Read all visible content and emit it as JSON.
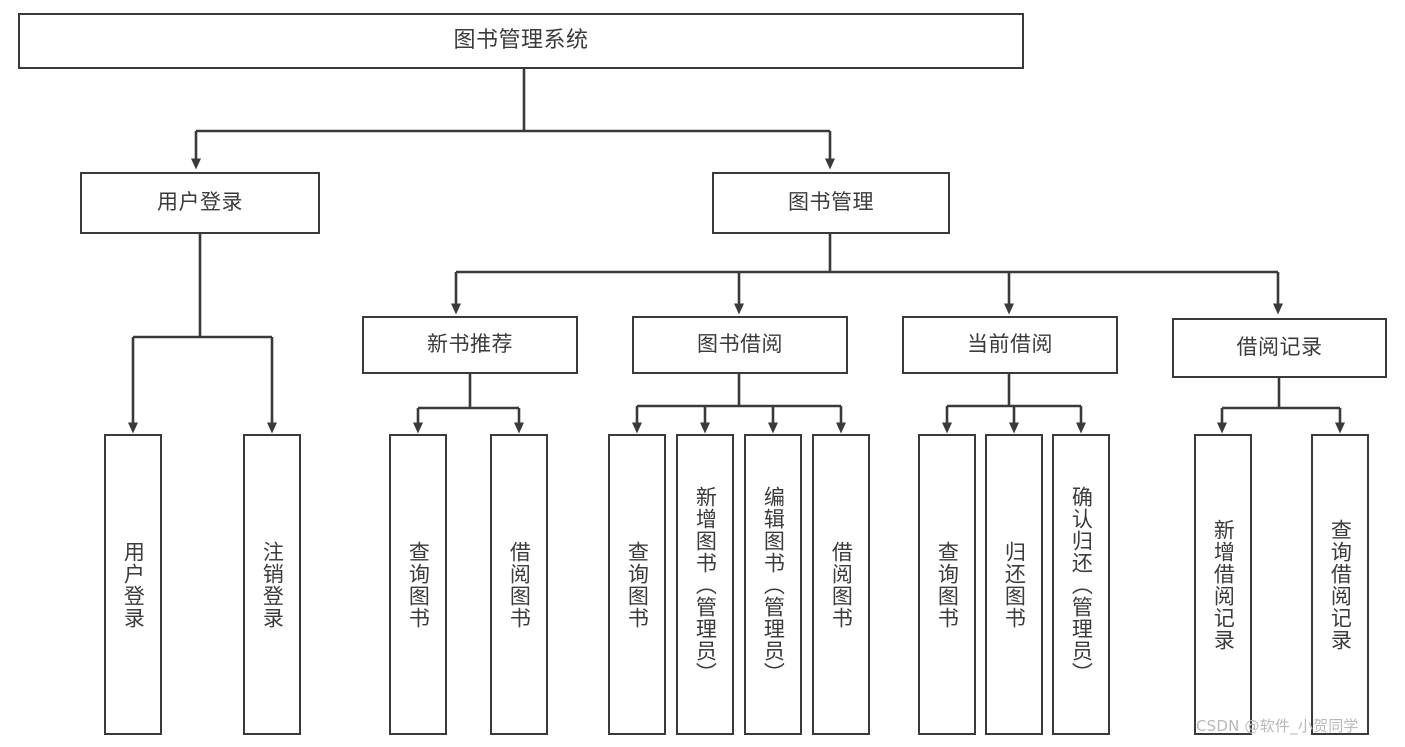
{
  "diagram": {
    "kind": "tree-structure-chart",
    "title": "图书管理系统",
    "colors": {
      "box_border": "#3a3a3a",
      "box_fill": "#ffffff",
      "text": "#3b3b3b",
      "edge": "#3a3a3a",
      "watermark": "#b9b9b9",
      "background": "#ffffff"
    },
    "watermark": "CSDN @软件_小贺同学",
    "root": {
      "label": "图书管理系统"
    },
    "level2": [
      {
        "label": "用户登录"
      },
      {
        "label": "图书管理"
      }
    ],
    "level3": [
      {
        "label": "新书推荐"
      },
      {
        "label": "图书借阅"
      },
      {
        "label": "当前借阅"
      },
      {
        "label": "借阅记录"
      }
    ],
    "leaves": {
      "user_login": [
        {
          "label": "用户登录"
        },
        {
          "label": "注销登录"
        }
      ],
      "new_book_recommend": [
        {
          "label": "查询图书"
        },
        {
          "label": "借阅图书"
        }
      ],
      "book_borrow": [
        {
          "label": "查询图书"
        },
        {
          "label": "新增图书（管理员）"
        },
        {
          "label": "编辑图书（管理员）"
        },
        {
          "label": "借阅图书"
        }
      ],
      "current_borrow": [
        {
          "label": "查询图书"
        },
        {
          "label": "归还图书"
        },
        {
          "label": "确认归还（管理员）"
        }
      ],
      "borrow_records": [
        {
          "label": "新增借阅记录"
        },
        {
          "label": "查询借阅记录"
        }
      ]
    }
  }
}
